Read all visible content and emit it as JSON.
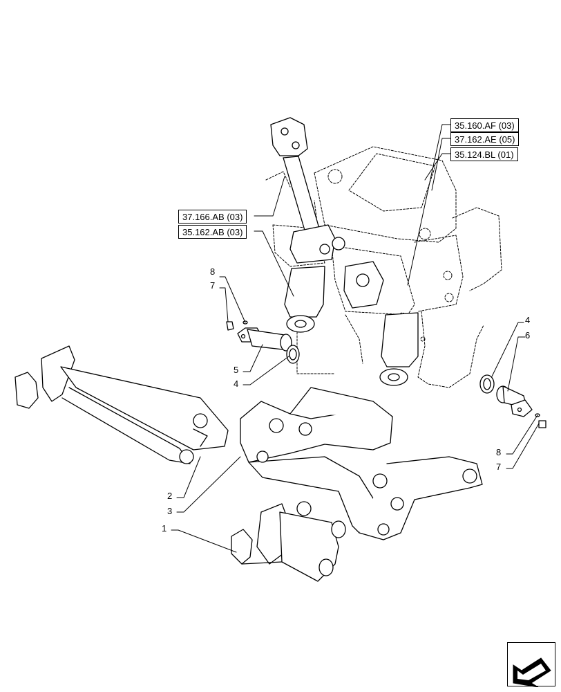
{
  "references": [
    {
      "id": "r1",
      "label": "35.160.AF (03)"
    },
    {
      "id": "r2",
      "label": "37.162.AE (05)"
    },
    {
      "id": "r3",
      "label": "35.124.BL (01)"
    },
    {
      "id": "r4",
      "label": "37.166.AB (03)"
    },
    {
      "id": "r5",
      "label": "35.162.AB (03)"
    }
  ],
  "callouts": {
    "c8a": "8",
    "c7a": "7",
    "c5": "5",
    "c4a": "4",
    "c4b": "4",
    "c6": "6",
    "c8b": "8",
    "c7b": "7",
    "c2": "2",
    "c3": "3",
    "c1": "1"
  },
  "nav": {
    "icon": "arrow-down-left-icon"
  }
}
